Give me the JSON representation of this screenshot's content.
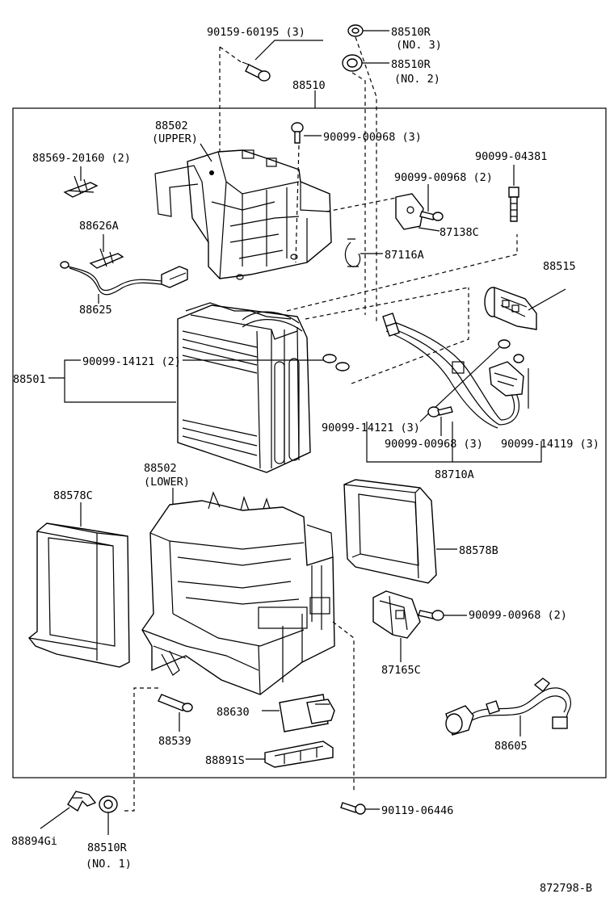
{
  "labels": {
    "l_90159": "90159-60195 (3)",
    "l_88510r3": "88510R",
    "l_no3": "(NO. 3)",
    "l_88510r2": "88510R",
    "l_no2": "(NO. 2)",
    "l_88510": "88510",
    "l_90099_968_3a": "90099-00968 (3)",
    "l_88502u": "88502",
    "l_upper": "(UPPER)",
    "l_88569": "88569-20160 (2)",
    "l_90099_4381": "90099-04381",
    "l_90099_968_2a": "90099-00968 (2)",
    "l_87138c": "87138C",
    "l_88626a": "88626A",
    "l_87116a": "87116A",
    "l_88515": "88515",
    "l_88625": "88625",
    "l_90099_14121_2": "90099-14121 (2)",
    "l_88501": "88501",
    "l_90099_14121_3": "90099-14121 (3)",
    "l_90099_968_3b": "90099-00968 (3)",
    "l_90099_14119": "90099-14119 (3)",
    "l_88710a": "88710A",
    "l_88502l": "88502",
    "l_lower": "(LOWER)",
    "l_88578c": "88578C",
    "l_88578b": "88578B",
    "l_90099_968_2b": "90099-00968 (2)",
    "l_87165c": "87165C",
    "l_88630": "88630",
    "l_88539": "88539",
    "l_88605": "88605",
    "l_88891s": "88891S",
    "l_90119": "90119-06446",
    "l_88894": "88894Gi",
    "l_88510r1": "88510R",
    "l_no1": "(NO. 1)",
    "l_code": "872798-B"
  }
}
